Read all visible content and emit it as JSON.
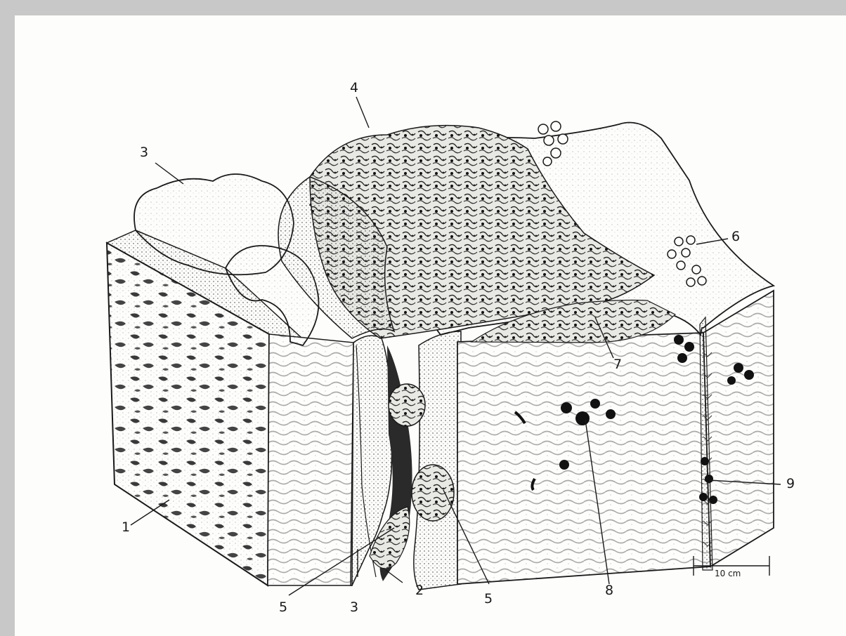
{
  "labels": {
    "l1": "1",
    "l2": "2",
    "l3_top": "3",
    "l3_bottom": "3",
    "l4": "4",
    "l5_left": "5",
    "l5_right": "5",
    "l6": "6",
    "l7": "7",
    "l8": "8",
    "l9": "9"
  },
  "scale_bar": {
    "text": "10 cm"
  },
  "colors": {
    "ink": "#1a1a1a",
    "paper": "#fdfdfb",
    "border": "#c8c8c8"
  }
}
